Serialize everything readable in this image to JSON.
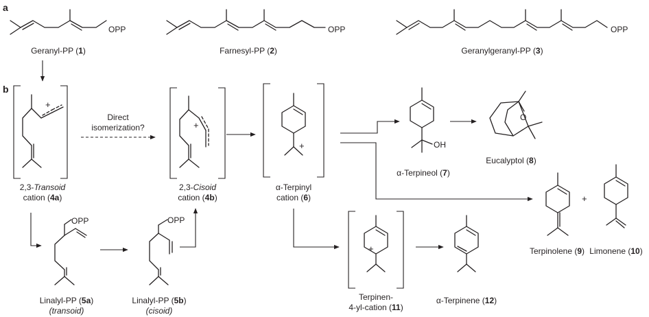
{
  "panels": {
    "a": "a",
    "b": "b"
  },
  "atoms": {
    "opp": "OPP",
    "oh": "OH",
    "o": "O",
    "plus": "+"
  },
  "arrow_label": {
    "line1": "Direct",
    "line2": "isomerization?"
  },
  "compounds": [
    {
      "id": "geranyl-pp",
      "pre": "Geranyl-PP (",
      "num": "1",
      "post": ")"
    },
    {
      "id": "farnesyl-pp",
      "pre": "Farnesyl-PP (",
      "num": "2",
      "post": ")"
    },
    {
      "id": "geranylgeranyl-pp",
      "pre": "Geranylgeranyl-PP (",
      "num": "3",
      "post": ")"
    },
    {
      "id": "transoid-cation",
      "line1_a": "2,3-",
      "line1_it": "Transoid",
      "line2_pre": "cation (",
      "num": "4a",
      "line2_post": ")"
    },
    {
      "id": "cisoid-cation",
      "line1_a": "2,3-",
      "line1_it": "Cisoid",
      "line2_pre": "cation (",
      "num": "4b",
      "line2_post": ")"
    },
    {
      "id": "terpinyl-cation",
      "line1": "α-Terpinyl",
      "line2_pre": "cation (",
      "num": "6",
      "line2_post": ")"
    },
    {
      "id": "terpineol",
      "pre": "α-Terpineol (",
      "num": "7",
      "post": ")"
    },
    {
      "id": "eucalyptol",
      "pre": "Eucalyptol (",
      "num": "8",
      "post": ")"
    },
    {
      "id": "terpinolene",
      "pre": "Terpinolene (",
      "num": "9",
      "post": ")"
    },
    {
      "id": "limonene",
      "pre": "Limonene (",
      "num": "10",
      "post": ")"
    },
    {
      "id": "linalyl-transoid",
      "line1_pre": "Linalyl-PP (",
      "num": "5a",
      "line1_post": ")",
      "line2": "(transoid)"
    },
    {
      "id": "linalyl-cisoid",
      "line1_pre": "Linalyl-PP (",
      "num": "5b",
      "line1_post": ")",
      "line2": "(cisoid)"
    },
    {
      "id": "terpinen-4-yl-cation",
      "line1": "Terpinen-",
      "line2_pre": "4-yl-cation (",
      "num": "11",
      "line2_post": ")"
    },
    {
      "id": "terpinene",
      "pre": "α-Terpinene (",
      "num": "12",
      "post": ")"
    }
  ]
}
